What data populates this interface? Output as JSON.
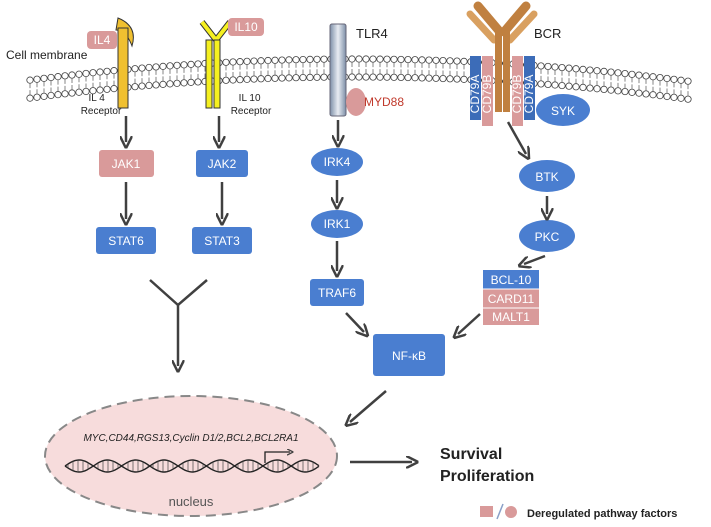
{
  "labels": {
    "cell_membrane": "Cell membrane",
    "il4": "IL4",
    "il10": "IL10",
    "tlr4": "TLR4",
    "bcr": "BCR",
    "il4_receptor_line1": "IL 4",
    "il4_receptor_line2": "Receptor",
    "il10_receptor_line1": "IL 10",
    "il10_receptor_line2": "Receptor",
    "myd88": "MYD88",
    "cd79a_left": "CD79A",
    "cd79b_left": "CD79B",
    "cd79b_right": "CD79B",
    "cd79a_right": "CD79A"
  },
  "nodes": {
    "jak1": "JAK1",
    "jak2": "JAK2",
    "stat6": "STAT6",
    "stat3": "STAT3",
    "irk4": "IRK4",
    "irk1": "IRK1",
    "traf6": "TRAF6",
    "syk": "SYK",
    "btk": "BTK",
    "pkc": "PKC",
    "bcl10": "BCL-10",
    "card11": "CARD11",
    "malt1": "MALT1",
    "nfkb": "NF-κB"
  },
  "nucleus": {
    "genes": "MYC,CD44,RGS13,Cyclin D1/2,BCL2,BCL2RA1",
    "label": "nucleus"
  },
  "outcome": {
    "line1": "Survival",
    "line2": "Proliferation"
  },
  "legend": {
    "label": "Deregulated pathway factors"
  },
  "colors": {
    "blue": "#4a7ed0",
    "pink": "#d99a9a",
    "arrow": "#404040",
    "receptor_yellow": "#f5f020",
    "il4_receptor": "#f0c030",
    "nucleus_fill": "#f7dcdc",
    "cd79": "#3c6cb8"
  }
}
